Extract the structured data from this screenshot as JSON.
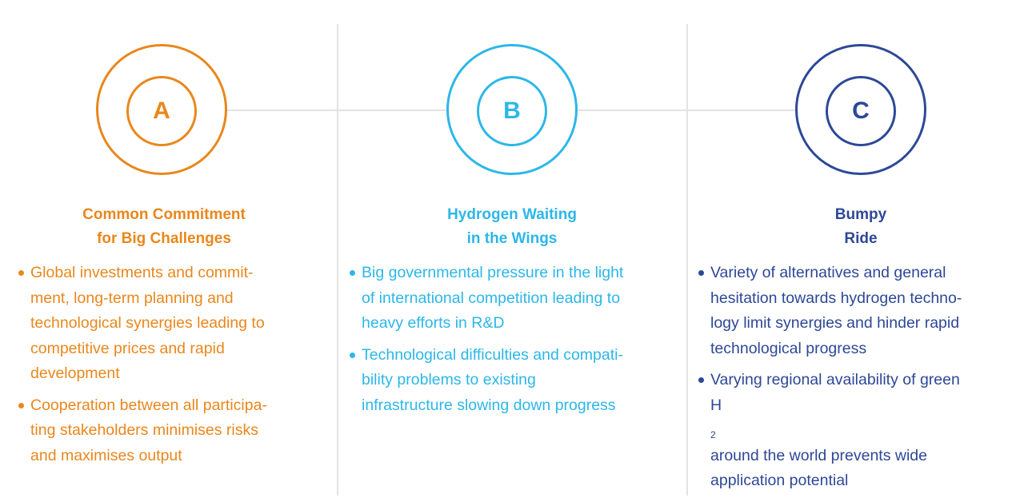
{
  "colors": {
    "a": "#e9871c",
    "b": "#2cb7e8",
    "c": "#2d4896",
    "line": "#e3e3e3"
  },
  "scenarios": [
    {
      "letter": "A",
      "title_lines": [
        "Common Commitment",
        "for Big Challenges"
      ],
      "bullets": [
        [
          "Global investments and commit-",
          "ment, long-term planning and",
          "technological synergies leading to",
          "competitive prices and rapid",
          "development"
        ],
        [
          "Cooperation between all participa-",
          "ting stakeholders minimises risks",
          "and maximises output"
        ]
      ]
    },
    {
      "letter": "B",
      "title_lines": [
        "Hydrogen Waiting",
        "in the Wings"
      ],
      "bullets": [
        [
          "Big governmental pressure in the light",
          "of international competition leading to",
          "heavy efforts in R&D"
        ],
        [
          "Technological difficulties and compati-",
          "bility problems to existing",
          "infrastructure slowing down progress"
        ]
      ]
    },
    {
      "letter": "C",
      "title_lines": [
        "Bumpy",
        "Ride"
      ],
      "bullets": [
        [
          "Variety of alternatives and general",
          "hesitation towards hydrogen techno-",
          "logy limit synergies and hinder rapid",
          "technological progress"
        ],
        [
          "Varying regional availability of green",
          "H",
          "2",
          " around the world prevents wide",
          "application potential"
        ]
      ]
    }
  ]
}
